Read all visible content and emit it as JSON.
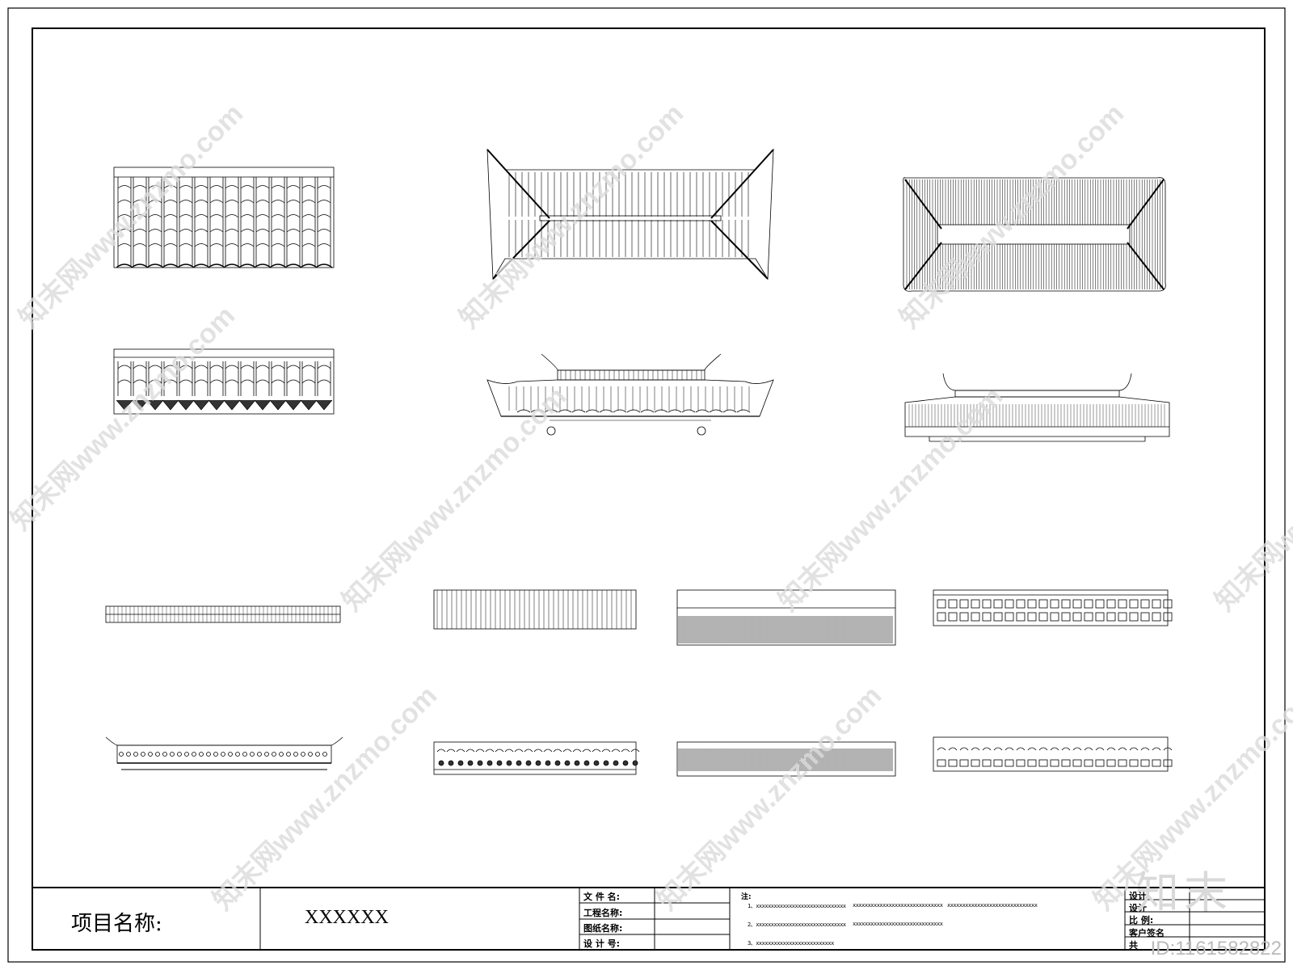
{
  "title_block": {
    "project_label": "项目名称:",
    "project_value": "XXXXXX",
    "fields": [
      "文 件 名:",
      "工程名称:",
      "图纸名称:",
      "设 计 号:"
    ],
    "notes_label": "注:",
    "notes": [
      "1、xxxxxxxxxxxxxxxxxxxxxxxxxxxxxx",
      "xxxxxxxxxxxxxxxxxxxxxxxxxxxxxx",
      "xxxxxxxxxxxxxxxxxxxxxxxxxxxxxx",
      "2、xxxxxxxxxxxxxxxxxxxxxxxxxxxxxx",
      "xxxxxxxxxxxxxxxxxxxxxxxxxxxxxx",
      "3、xxxxxxxxxxxxxxxxxxxxxxxxxx"
    ],
    "right_fields": [
      "设计",
      "设计",
      "比   例:",
      "客户签名",
      "共"
    ]
  },
  "watermark": {
    "text": "知末网www.znzmo.com",
    "brand": "知末",
    "id": "ID:1161582822"
  }
}
